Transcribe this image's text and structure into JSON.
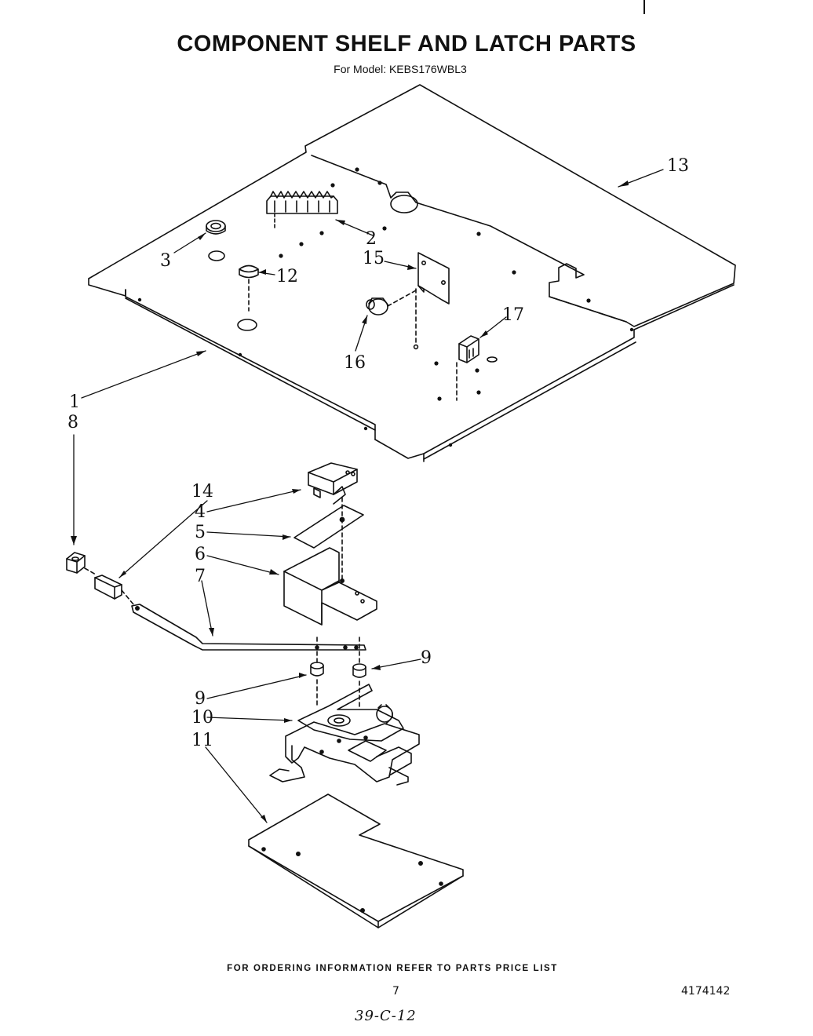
{
  "header": {
    "title": "COMPONENT SHELF AND LATCH PARTS",
    "model_line": "For Model: KEBS176WBL3"
  },
  "callouts": {
    "c1": "1",
    "c2": "2",
    "c3": "3",
    "c4": "4",
    "c5": "5",
    "c6": "6",
    "c7": "7",
    "c8": "8",
    "c9a": "9",
    "c9b": "9",
    "c10": "10",
    "c11": "11",
    "c12": "12",
    "c13": "13",
    "c14": "14",
    "c15": "15",
    "c16": "16",
    "c17": "17"
  },
  "footer": {
    "ordering_note": "FOR ORDERING INFORMATION REFER TO PARTS PRICE LIST",
    "page_number": "7",
    "document_number": "4174142",
    "handwritten_note": "39-C-12"
  }
}
